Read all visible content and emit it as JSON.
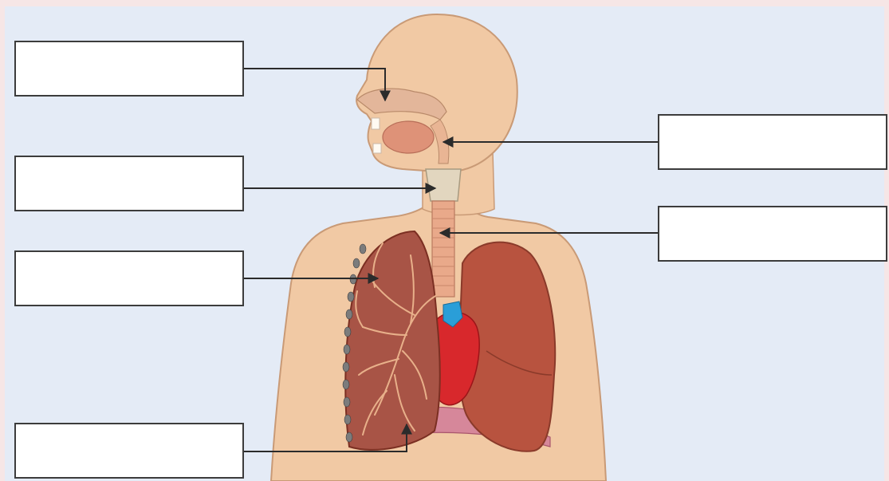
{
  "diagram": {
    "labels": [
      {
        "id": "left-1",
        "text": ""
      },
      {
        "id": "left-2",
        "text": ""
      },
      {
        "id": "left-3",
        "text": ""
      },
      {
        "id": "left-4",
        "text": ""
      },
      {
        "id": "right-1",
        "text": ""
      },
      {
        "id": "right-2",
        "text": ""
      }
    ],
    "colors": {
      "background": "#e4ebf6",
      "skin": "#f1c9a4",
      "skin_outline": "#c99a76",
      "lung": "#b8533f",
      "lung_cut": "#a85446",
      "heart": "#d8282c",
      "vessel_blue": "#2a9ed8",
      "trachea": "#e9a98a",
      "diaphragm": "#d6879a",
      "leader_line": "#2b2b2b"
    }
  }
}
